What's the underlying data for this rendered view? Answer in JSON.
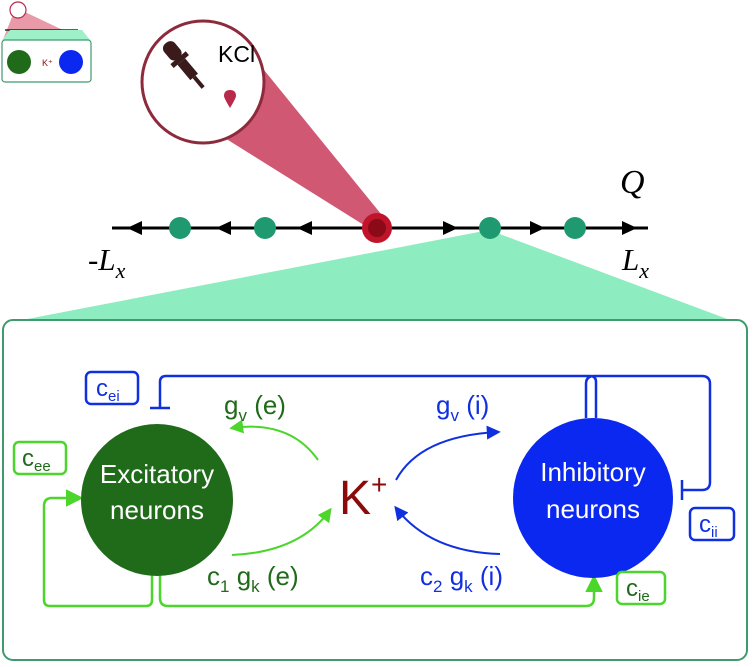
{
  "drug": {
    "label": "KCl",
    "color": "#b9294a"
  },
  "domain": {
    "left_label": "-L",
    "right_label": "L",
    "subscript": "x",
    "field_label": "Q"
  },
  "neurons": {
    "excitatory": {
      "line1": "Excitatory",
      "line2": "neurons",
      "color": "#1f6b1a"
    },
    "inhibitory": {
      "line1": "Inhibitory",
      "line2": "neurons",
      "color": "#0b28f0"
    }
  },
  "potassium": {
    "label": "K",
    "charge": "+",
    "color": "#8b0a0a"
  },
  "fluxes": {
    "gv_e": {
      "base": "g",
      "sub": "v",
      "arg": " (e)"
    },
    "gv_i": {
      "base": "g",
      "sub": "v",
      "arg": " (i)"
    },
    "gk_e": {
      "coef": "c",
      "coef_sub": "1",
      "base": " g",
      "sub": "k",
      "arg": " (e)"
    },
    "gk_i": {
      "coef": "c",
      "coef_sub": "2",
      "base": " g",
      "sub": "k",
      "arg": " (i)"
    }
  },
  "couplings": {
    "cee": {
      "base": "c",
      "sub": "ee"
    },
    "cei": {
      "base": "c",
      "sub": "ei"
    },
    "cie": {
      "base": "c",
      "sub": "ie"
    },
    "cii": {
      "base": "c",
      "sub": "ii"
    }
  },
  "colors": {
    "excitatory_link": "#4cd62c",
    "inhibitory_link": "#1030e0",
    "panel_fill": "#8eedc0",
    "panel_border": "#3f9a6e",
    "node": "#1f9a70"
  }
}
